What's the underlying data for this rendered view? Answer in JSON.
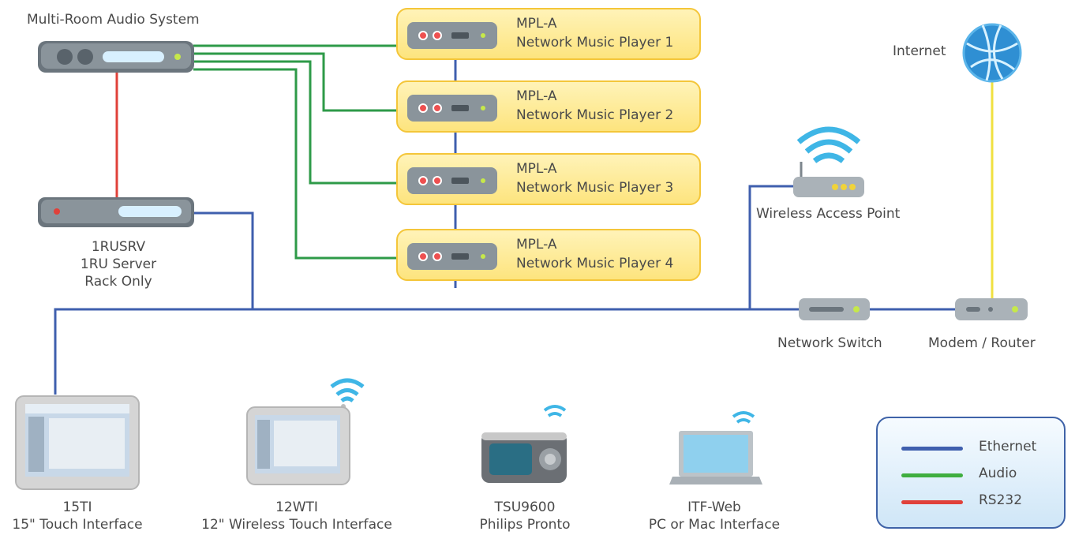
{
  "title": "Multi-Room Audio System",
  "players": [
    {
      "model": "MPL-A",
      "name": "Network Music Player 1"
    },
    {
      "model": "MPL-A",
      "name": "Network Music Player 2"
    },
    {
      "model": "MPL-A",
      "name": "Network Music Player 3"
    },
    {
      "model": "MPL-A",
      "name": "Network Music Player 4"
    }
  ],
  "server": {
    "line1": "1RUSRV",
    "line2": "1RU Server",
    "line3": "Rack Only"
  },
  "internet": "Internet",
  "wap": "Wireless Access Point",
  "switch": "Network Switch",
  "router": "Modem / Router",
  "devices": [
    {
      "model": "15TI",
      "name": "15\" Touch Interface"
    },
    {
      "model": "12WTI",
      "name": "12\" Wireless Touch Interface"
    },
    {
      "model": "TSU9600",
      "name": "Philips Pronto"
    },
    {
      "model": "ITF-Web",
      "name": "PC or Mac Interface"
    }
  ],
  "legend": [
    {
      "label": "Ethernet",
      "color": "#3f5fae"
    },
    {
      "label": "Audio",
      "color": "#3fae3f"
    },
    {
      "label": "RS232",
      "color": "#e0413a"
    }
  ],
  "colors": {
    "ethernet": "#3f5fae",
    "audio": "#2e9a48",
    "rs232": "#e0413a",
    "internet": "#f0e040"
  }
}
